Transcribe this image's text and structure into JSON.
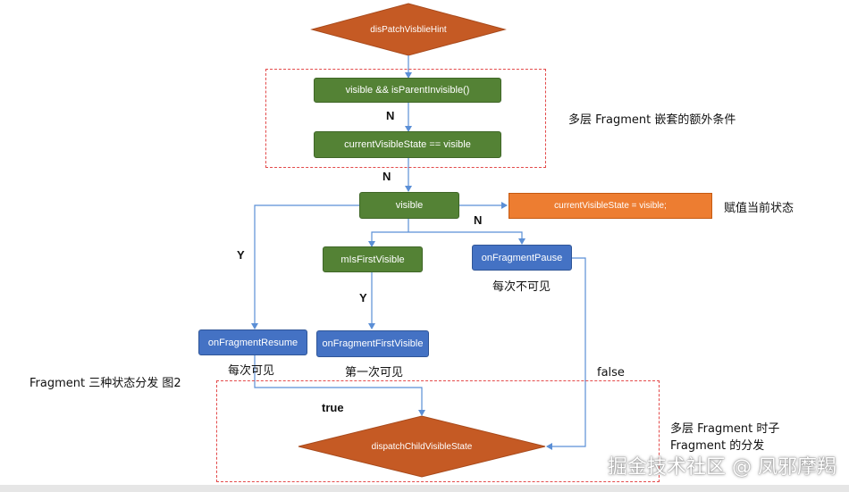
{
  "nodes": {
    "dispatch_visible_hint": "disPatchVisblieHint",
    "visible_and_parent": "visible && isParentInvisible()",
    "current_state_eq": "currentVisibleState == visible",
    "visible": "visible",
    "assign_state": "currentVisibleState = visible;",
    "first_visible": "mIsFirstVisible",
    "fragment_pause": "onFragmentPause",
    "fragment_resume": "onFragmentResume",
    "fragment_first_visible": "onFragmentFirstVisible",
    "dispatch_child": "dispatchChildVisibleState"
  },
  "labels": {
    "nested_extra": "多层 Fragment 嵌套的额外条件",
    "assign_desc": "赋值当前状态",
    "n1": "N",
    "n2": "N",
    "n3": "N",
    "y1": "Y",
    "y2": "Y",
    "pause_desc": "每次不可见",
    "resume_desc": "每次可见",
    "first_desc": "第一次可见",
    "false_label": "false",
    "true_label": "true",
    "diagram_caption": "Fragment  三种状态分发 图2",
    "nested_dispatch_line1": "多层 Fragment 时子",
    "nested_dispatch_line2": "Fragment 的分发"
  },
  "watermark": "掘金技术社区 @ 凤邪摩羯",
  "colors": {
    "green": "#548235",
    "blue": "#4472c4",
    "orange": "#ed7d31",
    "diamond": "#c55a24",
    "connector": "#5b8fd6",
    "dashed_border": "#e34a4a"
  }
}
